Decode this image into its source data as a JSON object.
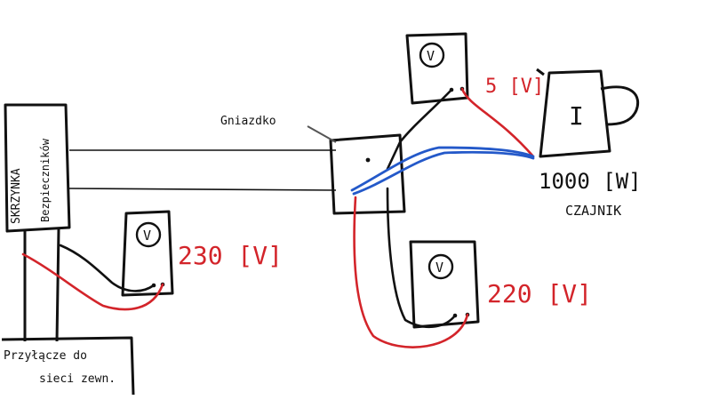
{
  "labels": {
    "breaker_box": "SKRZYNKA Bezpieczników",
    "breaker_box_line1": "SKRZYNKA",
    "breaker_box_line2": "Bezpieczników",
    "service_line": "Przyłącze do sieci zewn.",
    "service_line_1": "Przyłącze do",
    "service_line_2": "sieci zewn.",
    "socket": "Gniazdko",
    "kettle_symbol": "I",
    "kettle_power": "1000 [W]",
    "kettle_name": "CZAJNIK"
  },
  "meters": [
    {
      "id": "meter-mains",
      "symbol": "V",
      "reading": "230 [V]"
    },
    {
      "id": "meter-kettle",
      "symbol": "V",
      "reading": "5 [V]"
    },
    {
      "id": "meter-socket",
      "symbol": "V",
      "reading": "220 [V]"
    }
  ],
  "colors": {
    "ink": "#111111",
    "red_wire": "#d3242a",
    "blue_wire": "#2459c9",
    "leader": "#555555"
  }
}
